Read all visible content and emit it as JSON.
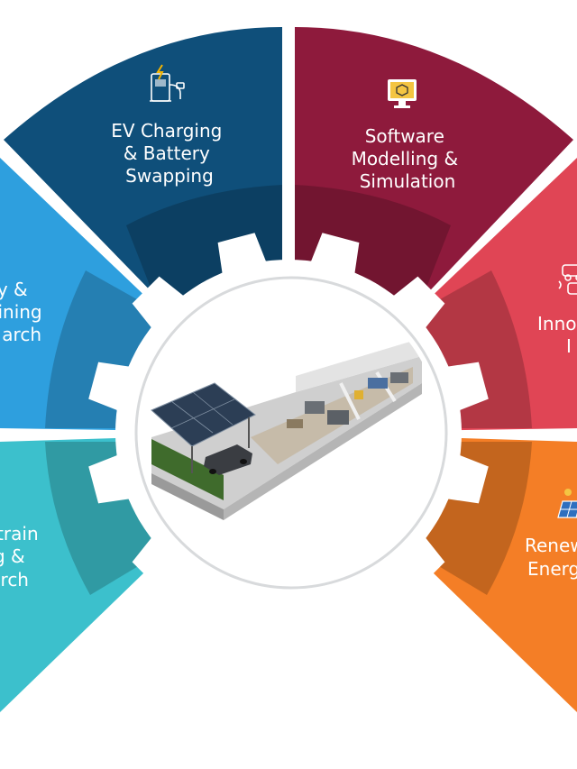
{
  "colors": {
    "ev": "#0f4f7a",
    "software": "#8e1a3c",
    "battery": "#2e9fde",
    "innovation": "#e04555",
    "powertrain": "#3cc0cc",
    "renewable": "#f47e26",
    "gear": "#ffffff",
    "hub_ring": "#d8dadc"
  },
  "segments": [
    {
      "id": "ev",
      "lines": [
        "EV Charging",
        "& Battery",
        "Swapping"
      ],
      "icon": "ev-charger-icon"
    },
    {
      "id": "software",
      "lines": [
        "Software",
        "Modelling &",
        "Simulation"
      ],
      "icon": "computer-cube-icon"
    },
    {
      "id": "battery",
      "lines": [
        "ry &",
        "ining",
        "arch"
      ],
      "icon": ""
    },
    {
      "id": "innovation",
      "lines": [
        "Inno",
        "I"
      ],
      "icon": "car-network-icon"
    },
    {
      "id": "powertrain",
      "lines": [
        "train",
        "g &",
        "rch"
      ],
      "icon": ""
    },
    {
      "id": "renewable",
      "lines": [
        "Renew",
        "Energ"
      ],
      "icon": "solar-panel-icon"
    }
  ],
  "hub": {
    "image": "ev-lab-3d-floorplan-illustration"
  }
}
